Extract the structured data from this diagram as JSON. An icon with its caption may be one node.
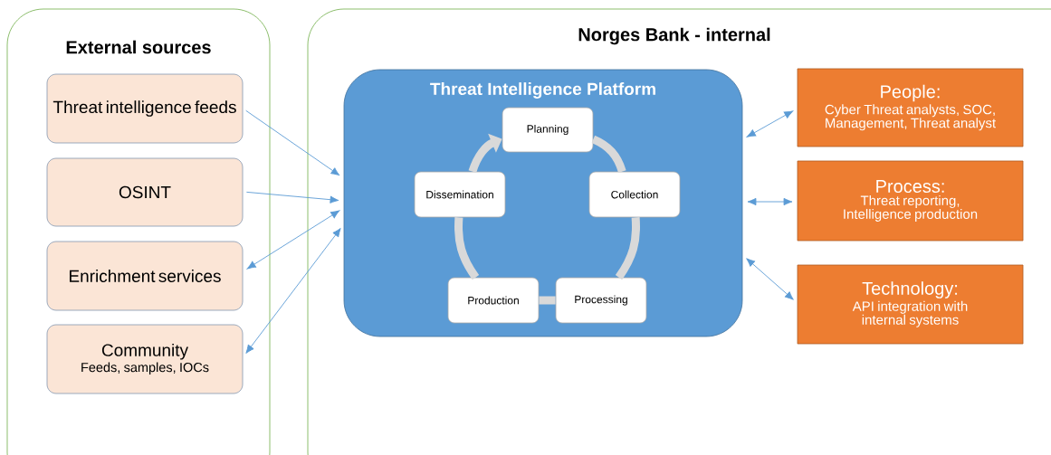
{
  "diagram": {
    "nodes": [
      {
        "text": [
          "External sources"
        ]
      },
      {
        "text": [
          "Threat intelligence feeds"
        ],
        "in": 0
      },
      {
        "text": [
          "OSINT"
        ],
        "in": 0
      },
      {
        "text": [
          "Enrichment services"
        ],
        "in": 0
      },
      {
        "text": [
          "Community",
          "Feeds, samples, IOCs"
        ],
        "in": 0
      },
      {
        "text": [
          "Norges Bank - internal"
        ]
      },
      {
        "text": [
          "Threat Intelligence Platform"
        ],
        "in": 5
      },
      {
        "text": [
          "Planning"
        ],
        "in": 6
      },
      {
        "text": [
          "Collection"
        ],
        "in": 6
      },
      {
        "text": [
          "Processing"
        ],
        "in": 6
      },
      {
        "text": [
          "Production"
        ],
        "in": 6
      },
      {
        "text": [
          "Dissemination"
        ],
        "in": 6
      },
      {
        "text": [
          "People:",
          "Cyber Threat analysts, SOC, Management, Threat analyst"
        ],
        "in": 5
      },
      {
        "text": [
          "Process:",
          "Threat reporting, Intelligence production"
        ],
        "in": 5
      },
      {
        "text": [
          "Technology:",
          "API integration with internal systems"
        ],
        "in": 5
      }
    ],
    "edges": [
      {
        "from": 1,
        "to": 6,
        "arrow": "to"
      },
      {
        "from": 2,
        "to": 6,
        "arrow": "to"
      },
      {
        "from": 3,
        "to": 6,
        "arrow": "both"
      },
      {
        "from": 4,
        "to": 6,
        "arrow": "both"
      },
      {
        "from": 6,
        "to": 12,
        "arrow": "both"
      },
      {
        "from": 6,
        "to": 13,
        "arrow": "both"
      },
      {
        "from": 6,
        "to": 14,
        "arrow": "both"
      },
      {
        "from": 7,
        "to": 8,
        "arrow": "none",
        "style": "thick",
        "color": "#d9d9d9"
      },
      {
        "from": 8,
        "to": 9,
        "arrow": "none",
        "style": "thick",
        "color": "#d9d9d9"
      },
      {
        "from": 9,
        "to": 10,
        "arrow": "none",
        "style": "thick",
        "color": "#d9d9d9"
      },
      {
        "from": 10,
        "to": 11,
        "arrow": "none",
        "style": "thick",
        "color": "#d9d9d9"
      },
      {
        "from": 11,
        "to": 7,
        "arrow": "to",
        "style": "thick",
        "color": "#d9d9d9"
      }
    ]
  }
}
